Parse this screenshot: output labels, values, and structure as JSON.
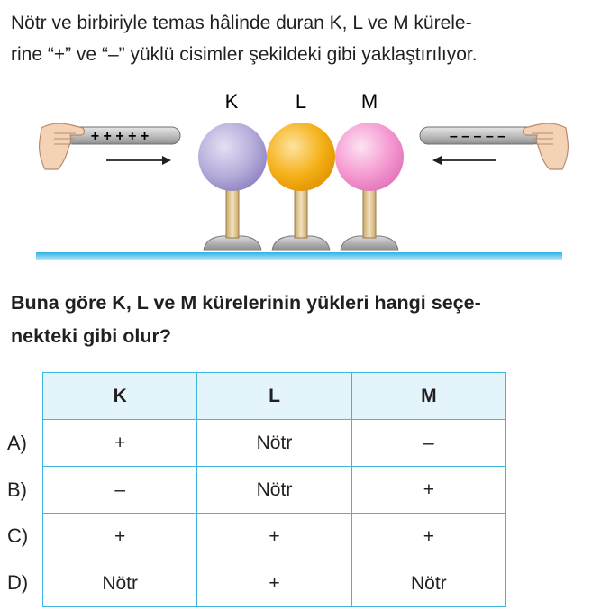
{
  "intro": {
    "line1": "Nötr ve birbiriyle temas hâlinde duran K, L ve M kürele-",
    "line2": "rine “+” ve “–” yüklü cisimler şekildeki gibi yaklaştırılıyor."
  },
  "figure": {
    "labels": [
      "K",
      "L",
      "M"
    ],
    "left_rod_charges": "+ + + + +",
    "right_rod_charges": "– – – – –",
    "colors": {
      "K": "#b7aedb",
      "L": "#f5b21b",
      "M": "#f59bd2",
      "ground": "#2fb2e5"
    }
  },
  "question": {
    "line1": "Buna göre K, L ve M kürelerinin yükleri hangi seçe-",
    "line2": "nekteki gibi olur?"
  },
  "table": {
    "headers": [
      "K",
      "L",
      "M"
    ],
    "rows": [
      {
        "option": "A)",
        "cells": [
          "+",
          "Nötr",
          "–"
        ]
      },
      {
        "option": "B)",
        "cells": [
          "–",
          "Nötr",
          "+"
        ]
      },
      {
        "option": "C)",
        "cells": [
          "+",
          "+",
          "+"
        ]
      },
      {
        "option": "D)",
        "cells": [
          "Nötr",
          "+",
          "Nötr"
        ]
      }
    ]
  }
}
